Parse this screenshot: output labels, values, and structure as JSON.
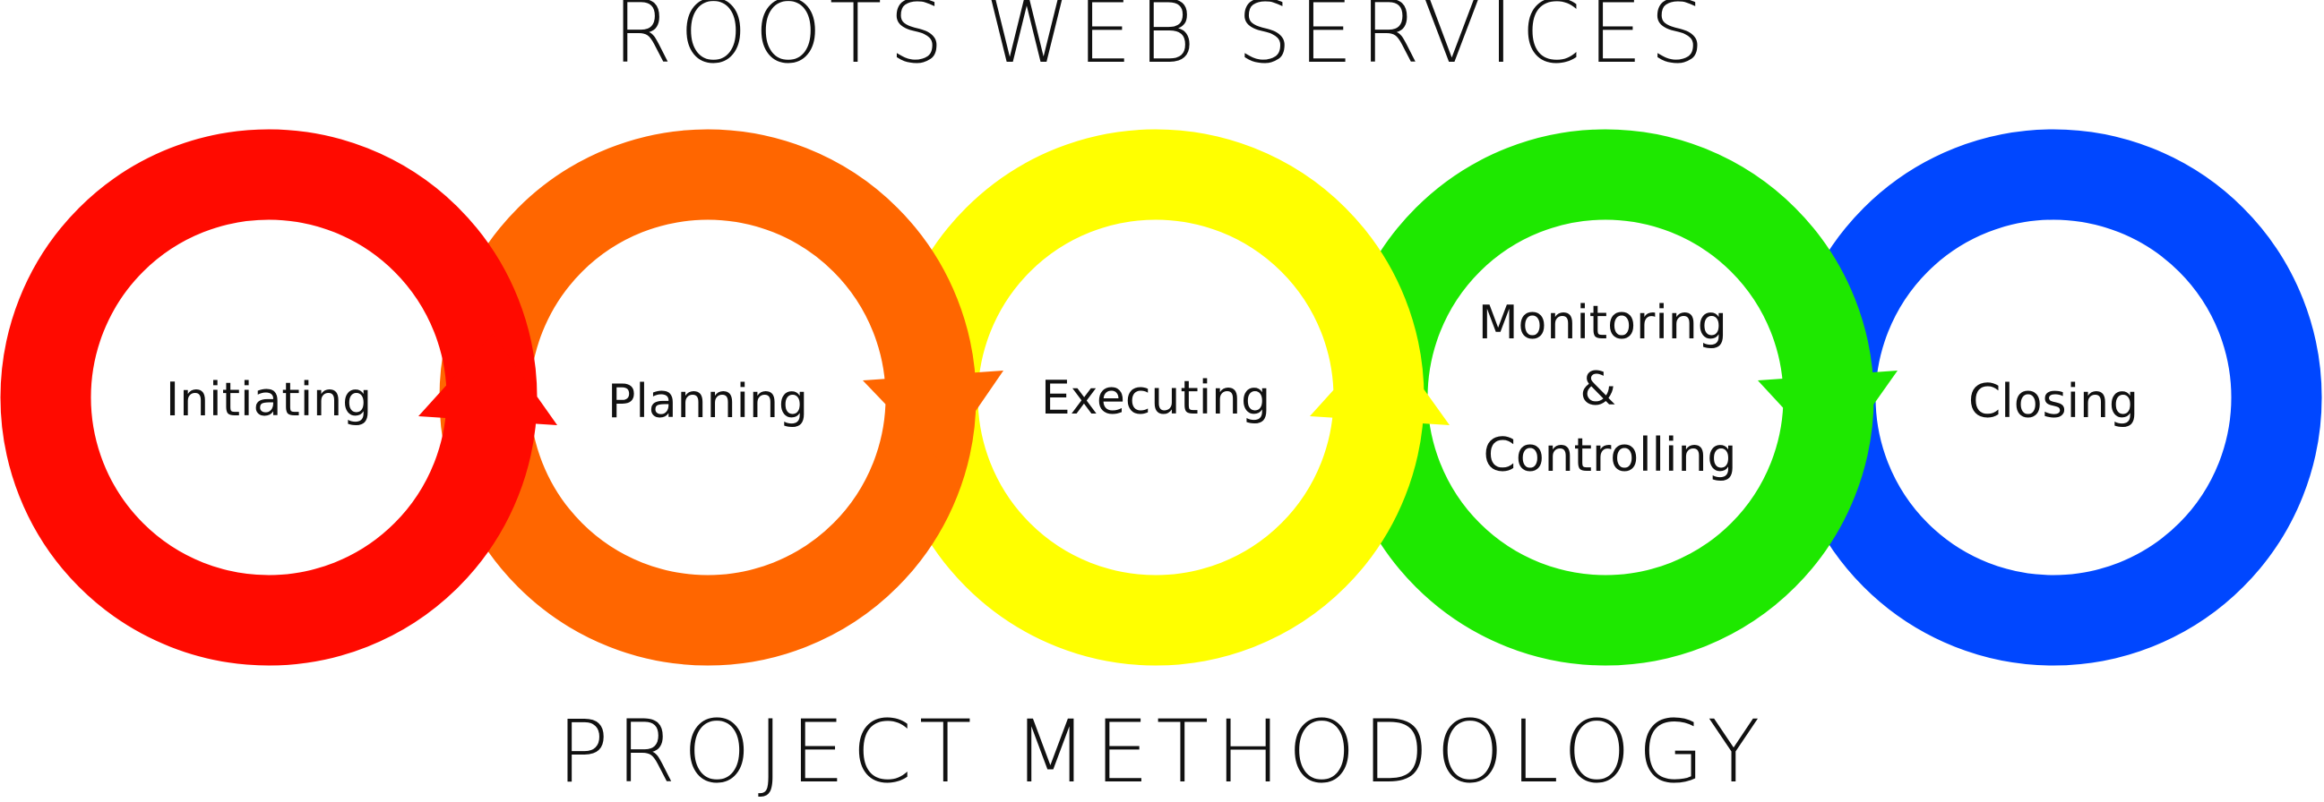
{
  "header": {
    "title": "ROOTS WEB SERVICES"
  },
  "footer": {
    "title": "PROJECT METHODOLOGY"
  },
  "phases": [
    {
      "id": "initiating",
      "lines": [
        "Initiating"
      ],
      "color": "#ff0a00"
    },
    {
      "id": "planning",
      "lines": [
        "Planning"
      ],
      "color": "#ff6600"
    },
    {
      "id": "executing",
      "lines": [
        "Executing"
      ],
      "color": "#ffff00"
    },
    {
      "id": "monitoring",
      "lines": [
        "Monitoring",
        "&",
        "Controlling"
      ],
      "color": "#1ee800"
    },
    {
      "id": "closing",
      "lines": [
        "Closing"
      ],
      "color": "#0047ff"
    }
  ]
}
